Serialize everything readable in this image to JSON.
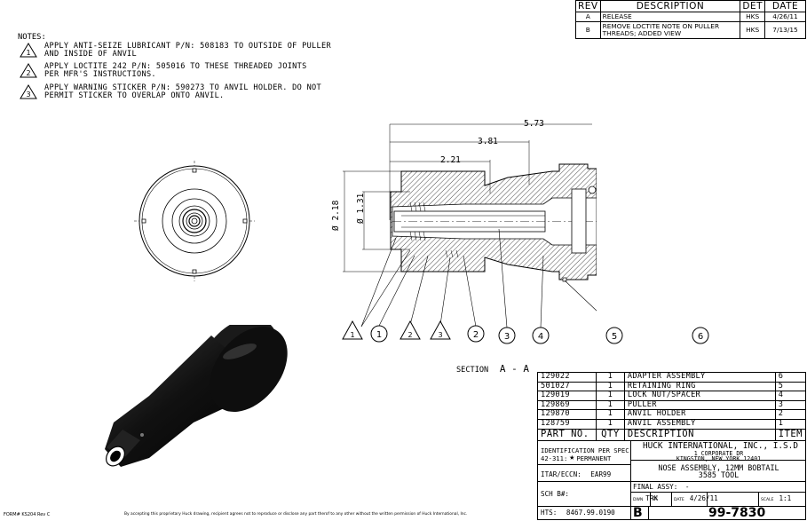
{
  "revisions": {
    "headers": [
      "REV",
      "DESCRIPTION",
      "DET",
      "DATE"
    ],
    "rows": [
      {
        "rev": "A",
        "description": "RELEASE",
        "det": "HKS",
        "date": "4/26/11"
      },
      {
        "rev": "B",
        "description": "REMOVE LOCTITE NOTE ON PULLER THREADS; ADDED VIEW",
        "det": "HKS",
        "date": "7/13/15"
      }
    ]
  },
  "notes": {
    "title": "NOTES:",
    "items": [
      {
        "number": "1",
        "line1": "APPLY ANTI-SEIZE LUBRICANT P/N: 508183 TO OUTSIDE OF PULLER",
        "line2": "AND INSIDE OF ANVIL"
      },
      {
        "number": "2",
        "line1": "APPLY LOCTITE 242 P/N: 505016 TO THESE THREADED JOINTS",
        "line2": "PER MFR'S INSTRUCTIONS."
      },
      {
        "number": "3",
        "line1": "APPLY WARNING STICKER P/N: 590273 TO ANVIL HOLDER. DO NOT",
        "line2": "PERMIT STICKER TO OVERLAP ONTO ANVIL."
      }
    ]
  },
  "dimensions": {
    "overall_length": "5.73",
    "length_2": "3.81",
    "length_3": "2.21",
    "outer_diameter": "Ø 2.18",
    "inner_diameter": "Ø 1.31"
  },
  "callouts": {
    "items": [
      "1",
      "2",
      "3",
      "4",
      "5",
      "6"
    ],
    "note_flags": [
      "1",
      "2",
      "3"
    ]
  },
  "section_label": {
    "prefix": "SECTION",
    "name": "A - A"
  },
  "bom": {
    "rows": [
      {
        "part_no": "129022",
        "qty": "1",
        "description": "ADAPTER ASSEMBLY",
        "item": "6"
      },
      {
        "part_no": "501027",
        "qty": "1",
        "description": "RETAINING RING",
        "item": "5"
      },
      {
        "part_no": "129019",
        "qty": "1",
        "description": "LOCK NUT/SPACER",
        "item": "4"
      },
      {
        "part_no": "129869",
        "qty": "1",
        "description": "PULLER",
        "item": "3"
      },
      {
        "part_no": "129870",
        "qty": "1",
        "description": "ANVIL HOLDER",
        "item": "2"
      },
      {
        "part_no": "128759",
        "qty": "1",
        "description": "ANVIL ASSEMBLY",
        "item": "1"
      }
    ],
    "headers": {
      "part_no": "PART NO.",
      "qty": "QTY",
      "description": "DESCRIPTION",
      "item": "ITEM"
    }
  },
  "title_block": {
    "identification_line1": "IDENTIFICATION PER SPEC",
    "identification_line2": "42-311:",
    "identification_status": "PERMANENT",
    "company": "HUCK INTERNATIONAL, INC., I.S.D",
    "address1": "1 CORPORATE DR",
    "address2": "KINGSTON, NEW YORK 12401",
    "itar_label": "ITAR/ECCN:",
    "itar_value": "EAR99",
    "title_line1": "NOSE ASSEMBLY, 12MM BOBTAIL",
    "title_line2": "3585 TOOL",
    "sch_label": "SCH B#:",
    "final_assy_label": "FINAL ASSY:",
    "final_assy_value": "-",
    "dwn_label": "DWN",
    "dwn_value": "TRK",
    "ck_label": "CK",
    "date_label": "DATE",
    "date_value": "4/26/11",
    "scale_label": "SCALE",
    "scale_value": "1:1",
    "hts_label": "HTS:",
    "hts_value": "8467.99.0190",
    "rev": "B",
    "drawing_number": "99-7830"
  },
  "footer": {
    "form": "FORM# KS204   Rev C",
    "disclaimer": "By accepting this proprietary Huck drawing, recipient agrees not to reproduce or disclose any part therof to any other without the written permission of Huck International, Inc."
  }
}
